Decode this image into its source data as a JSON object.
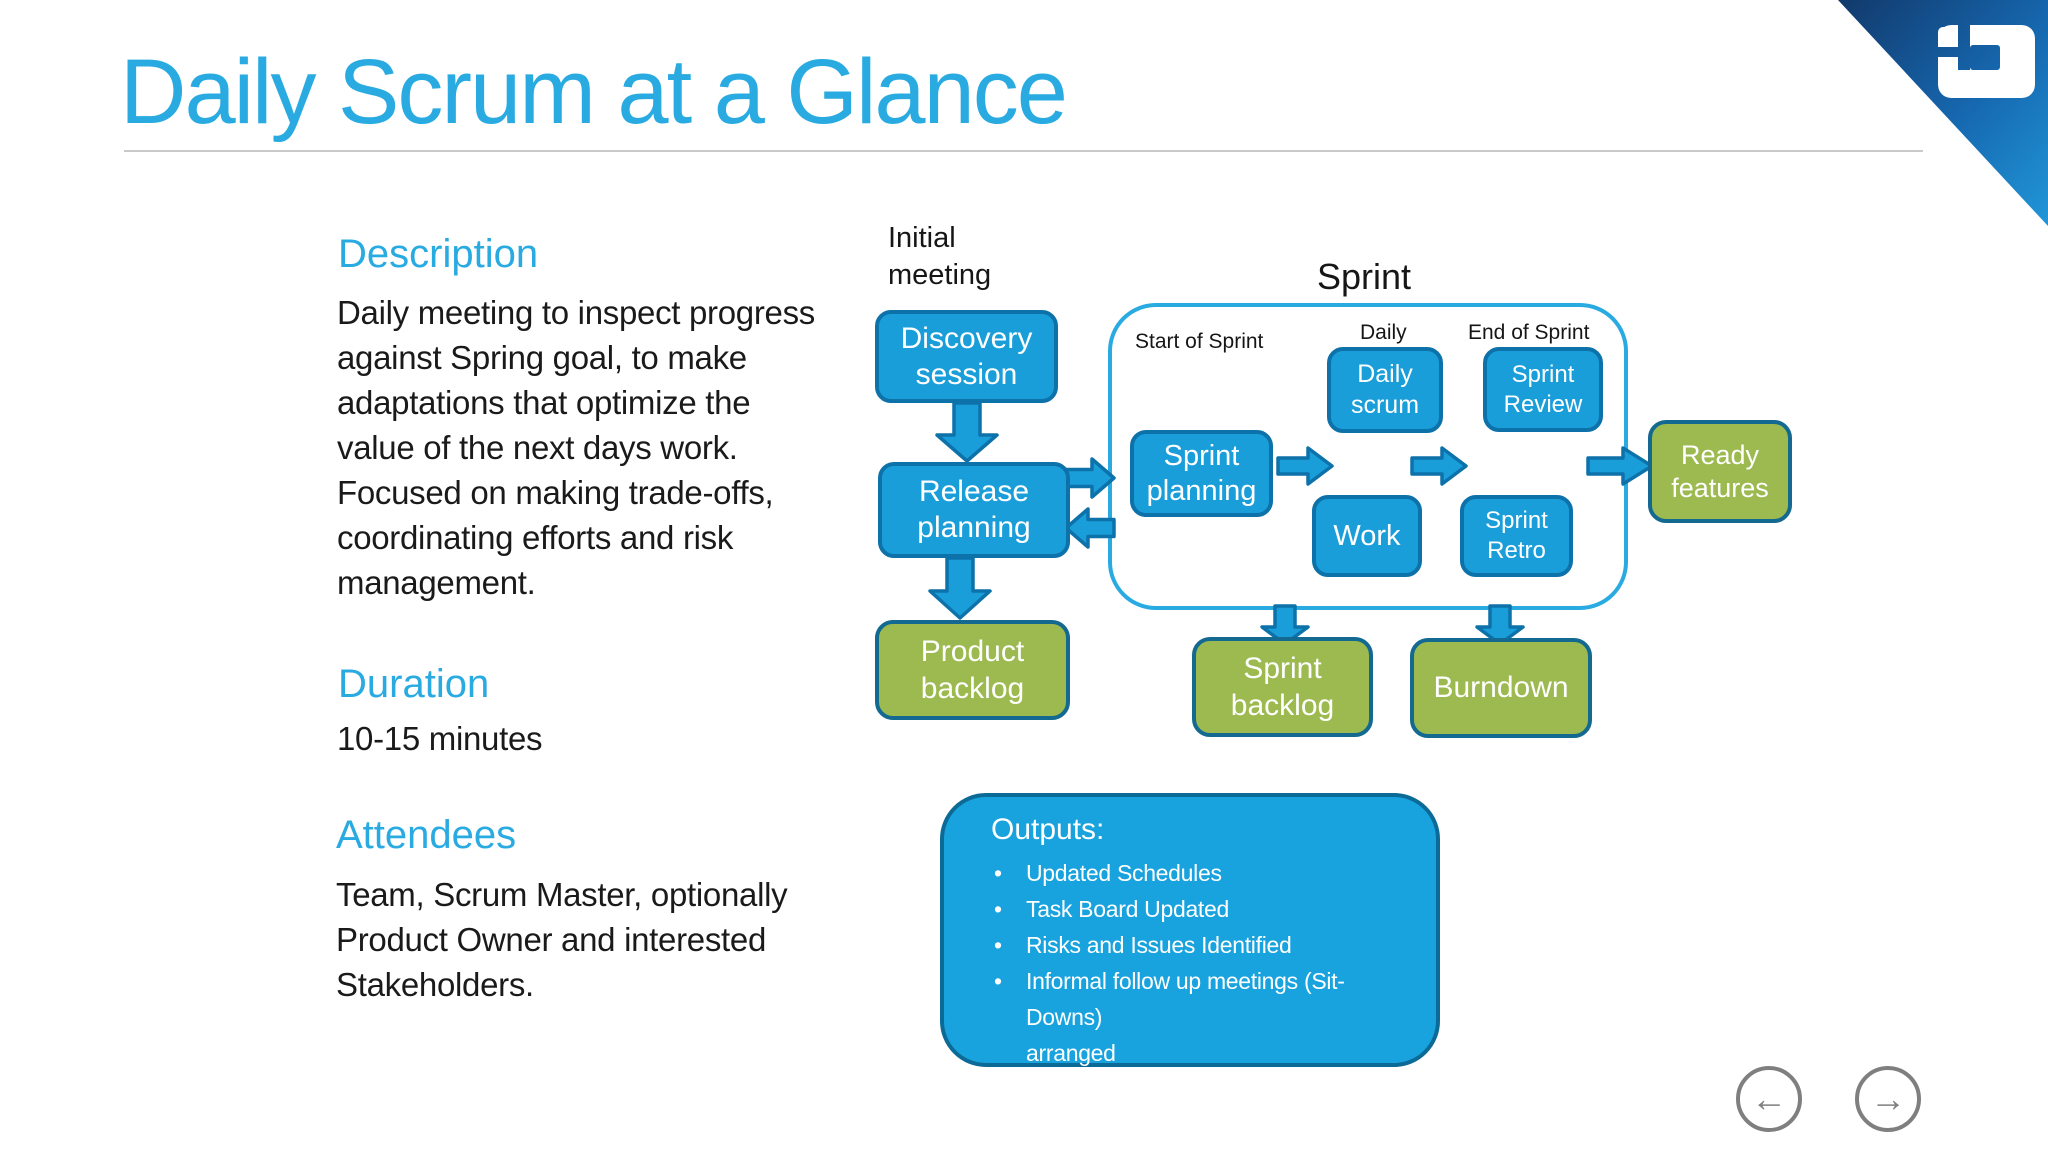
{
  "title": "Daily Scrum at a Glance",
  "sections": {
    "description": {
      "heading": "Description",
      "body": "Daily meeting to inspect progress\nagainst Spring goal, to make\nadaptations that optimize the\nvalue of the next days work.\nFocused on making trade-offs,\ncoordinating efforts and risk\nmanagement."
    },
    "duration": {
      "heading": "Duration",
      "body": "10-15 minutes"
    },
    "attendees": {
      "heading": "Attendees",
      "body": "Team, Scrum Master, optionally\nProduct Owner and interested\nStakeholders."
    }
  },
  "diagram": {
    "labels": {
      "initial_meeting": "Initial\nmeeting",
      "sprint": "Sprint",
      "start_of_sprint": "Start of Sprint",
      "daily": "Daily",
      "end_of_sprint": "End of Sprint"
    },
    "nodes": {
      "discovery": "Discovery session",
      "release_planning": "Release planning",
      "product_backlog": "Product backlog",
      "sprint_planning": "Sprint planning",
      "daily_scrum": "Daily scrum",
      "work": "Work",
      "sprint_review": "Sprint Review",
      "sprint_retro": "Sprint Retro",
      "ready_features": "Ready features",
      "sprint_backlog": "Sprint backlog",
      "burndown": "Burndown"
    }
  },
  "outputs": {
    "heading": "Outputs:",
    "items": [
      "Updated Schedules",
      "Task Board Updated",
      "Risks and Issues Identified",
      "Informal follow up meetings (Sit-Downs)\narranged"
    ]
  },
  "nav": {
    "prev_icon": "←",
    "next_icon": "→"
  },
  "colors": {
    "accent_blue": "#29abe2",
    "node_blue_fill": "#1a9eda",
    "node_border": "#0d72aa",
    "node_green_fill": "#9cba4f",
    "green_border": "#136990",
    "outputs_fill": "#18a3de",
    "outputs_border": "#0c6a96"
  }
}
